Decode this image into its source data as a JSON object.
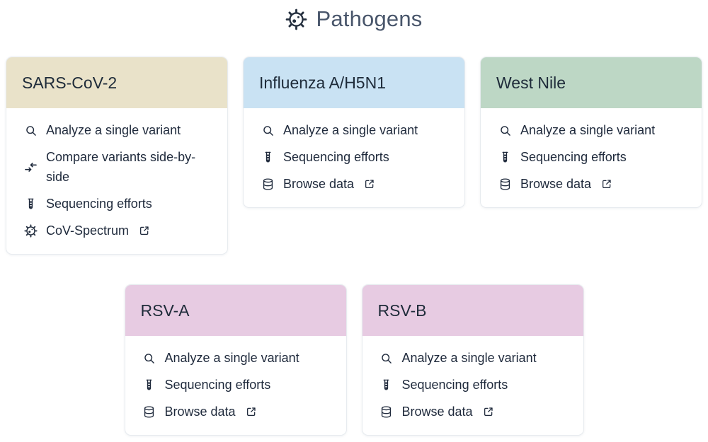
{
  "page": {
    "title": "Pathogens",
    "title_icon": "virus-icon"
  },
  "colors": {
    "title_text": "#49566b",
    "item_text": "#1e293b",
    "card_border": "#e7ebef",
    "sars_cov_2_header": "#e9e2c9",
    "influenza_header": "#c9e2f3",
    "west_nile_header": "#bdd7c5",
    "rsv_header": "#e7cbe2"
  },
  "cards": [
    {
      "id": "sars-cov-2",
      "title": "SARS-CoV-2",
      "header_color": "#e9e2c9",
      "row": 1,
      "items": [
        {
          "icon": "search-icon",
          "label": "Analyze a single variant",
          "external": false
        },
        {
          "icon": "compare-icon",
          "label": "Compare variants side-by-side",
          "external": false
        },
        {
          "icon": "testtube-icon",
          "label": "Sequencing efforts",
          "external": false
        },
        {
          "icon": "virus-icon",
          "label": "CoV-Spectrum",
          "external": true
        }
      ]
    },
    {
      "id": "influenza-a-h5n1",
      "title": "Influenza A/H5N1",
      "header_color": "#c9e2f3",
      "row": 1,
      "items": [
        {
          "icon": "search-icon",
          "label": "Analyze a single variant",
          "external": false
        },
        {
          "icon": "testtube-icon",
          "label": "Sequencing efforts",
          "external": false
        },
        {
          "icon": "database-icon",
          "label": "Browse data",
          "external": true
        }
      ]
    },
    {
      "id": "west-nile",
      "title": "West Nile",
      "header_color": "#bdd7c5",
      "row": 1,
      "items": [
        {
          "icon": "search-icon",
          "label": "Analyze a single variant",
          "external": false
        },
        {
          "icon": "testtube-icon",
          "label": "Sequencing efforts",
          "external": false
        },
        {
          "icon": "database-icon",
          "label": "Browse data",
          "external": true
        }
      ]
    },
    {
      "id": "rsv-a",
      "title": "RSV-A",
      "header_color": "#e7cbe2",
      "row": 2,
      "items": [
        {
          "icon": "search-icon",
          "label": "Analyze a single variant",
          "external": false
        },
        {
          "icon": "testtube-icon",
          "label": "Sequencing efforts",
          "external": false
        },
        {
          "icon": "database-icon",
          "label": "Browse data",
          "external": true
        }
      ]
    },
    {
      "id": "rsv-b",
      "title": "RSV-B",
      "header_color": "#e7cbe2",
      "row": 2,
      "items": [
        {
          "icon": "search-icon",
          "label": "Analyze a single variant",
          "external": false
        },
        {
          "icon": "testtube-icon",
          "label": "Sequencing efforts",
          "external": false
        },
        {
          "icon": "database-icon",
          "label": "Browse data",
          "external": true
        }
      ]
    }
  ]
}
